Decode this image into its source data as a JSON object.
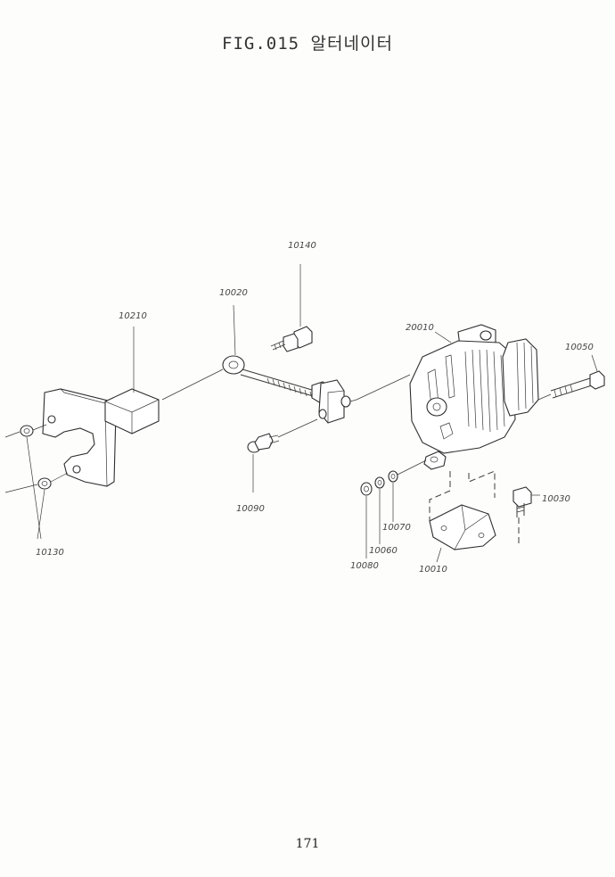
{
  "figure": {
    "title": "FIG.015 알터네이터"
  },
  "callouts": {
    "p10140": "10140",
    "p10020": "10020",
    "p10210": "10210",
    "p20010": "20010",
    "p10050": "10050",
    "p10090": "10090",
    "p10130": "10130",
    "p10030": "10030",
    "p10070": "10070",
    "p10060": "10060",
    "p10080": "10080",
    "p10010": "10010"
  },
  "page": {
    "number": "171"
  }
}
